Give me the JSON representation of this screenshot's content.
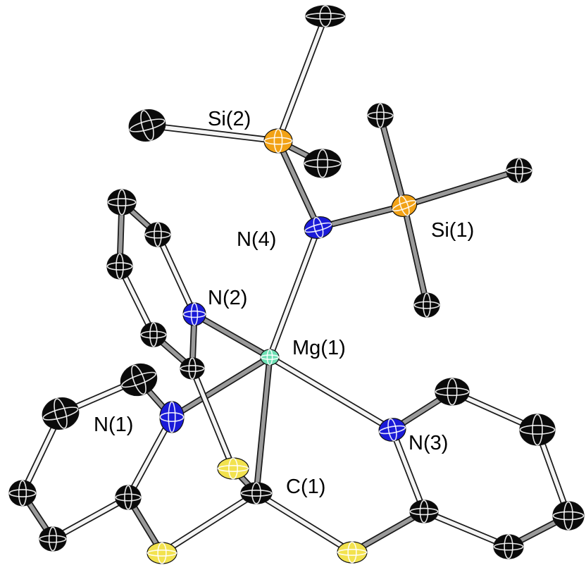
{
  "labels": {
    "si2": "Si(2)",
    "si1": "Si(1)",
    "n4": "N(4)",
    "n2": "N(2)",
    "mg1": "Mg(1)",
    "n1": "N(1)",
    "n3": "N(3)",
    "c1": "C(1)"
  },
  "colors": {
    "carbon": "#0a0a0a",
    "nitrogen": "#1a1ad8",
    "silicon": "#f2a216",
    "sulfur": "#f2e24e",
    "magnesium": "#6ee0b4",
    "bond_gray": "#9a9a9a",
    "bond_white": "#f4f4f4"
  }
}
